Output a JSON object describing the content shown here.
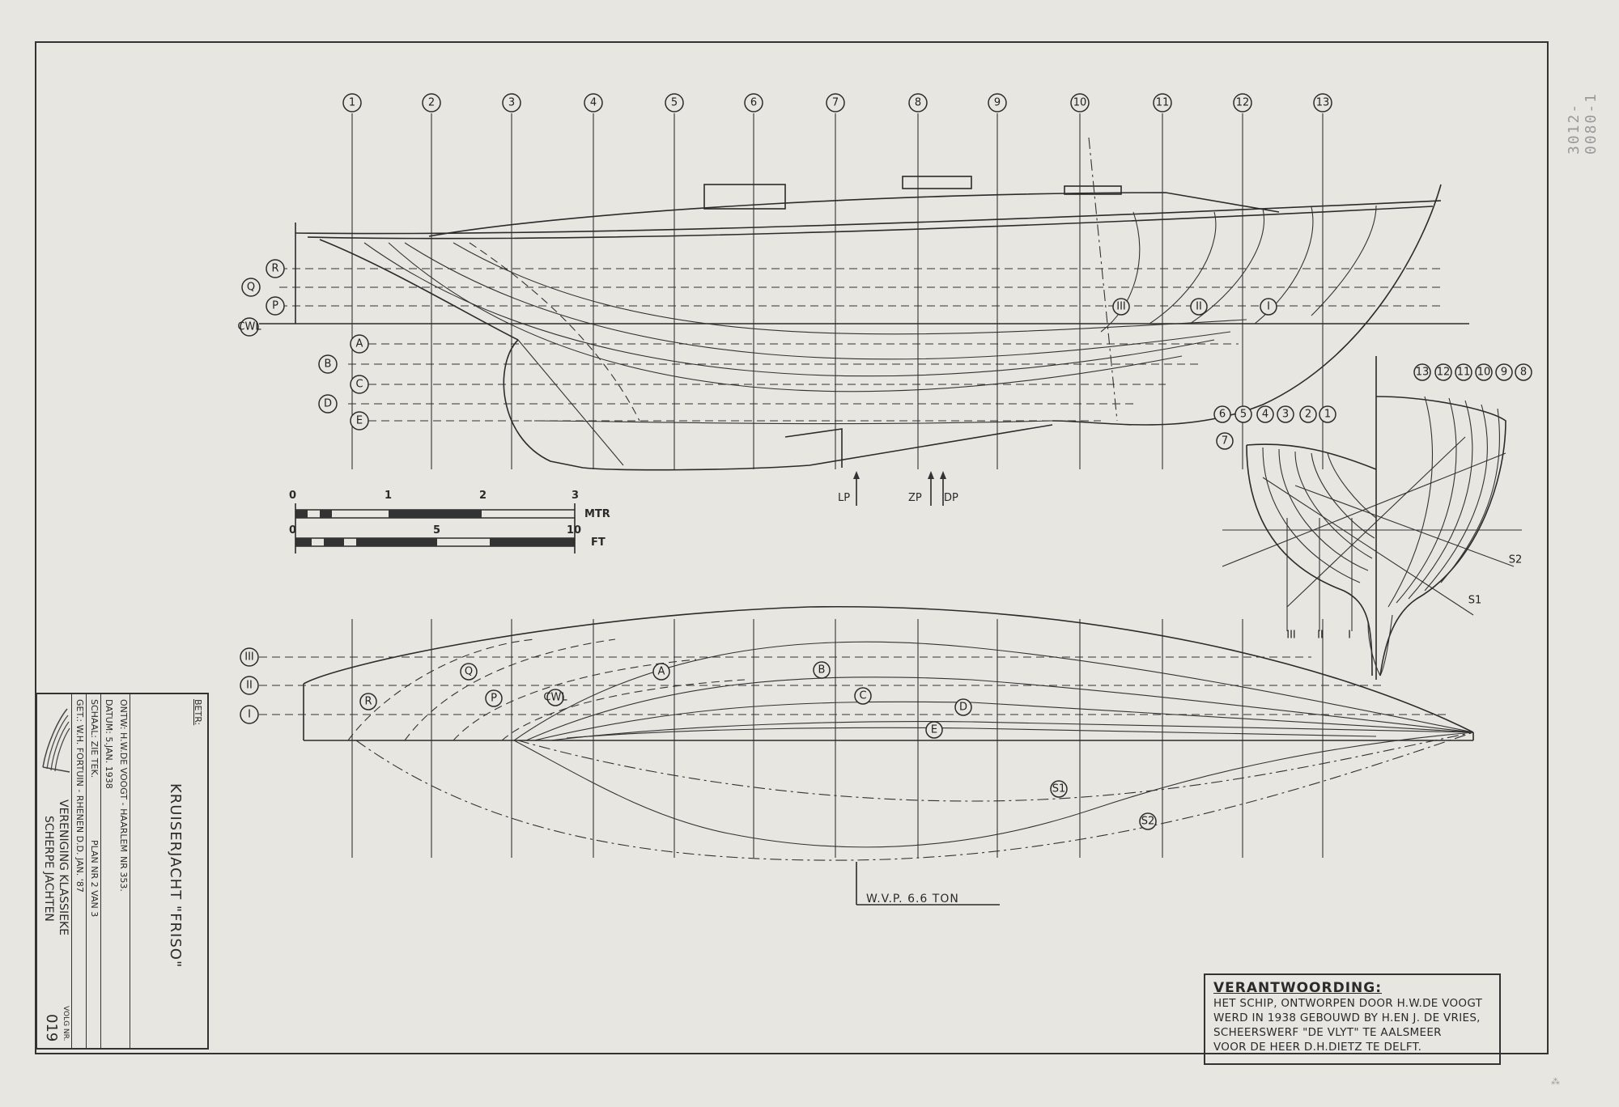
{
  "drawing": {
    "title_prefix": "BETR:",
    "title": "KRUISERJACHT \"FRISO\"",
    "designer": "ONTW: H.W.DE VOOGT - HAARLEM",
    "number": "NR 353.",
    "date": "DATUM: 5.JAN. 1938",
    "scale": "SCHAAL: ZIE TEK.",
    "plan": "PLAN NR 2 VAN 3",
    "drawn_by": "GET.: W.H. FORTUIN - RHENEN D.D. JAN. '87",
    "organization_line1": "VERENIGING KLASSIEKE",
    "organization_line2": "SCHERPE JACHTEN",
    "seq_label": "VOLG NR.",
    "seq_number": "019",
    "edge_label": "3012-0080-1"
  },
  "responsibility": {
    "heading": "VERANTWOORDING:",
    "lines": [
      "HET SCHIP, ONTWORPEN DOOR H.W.DE VOOGT",
      "WERD IN 1938 GEBOUWD BY H.EN J. DE VRIES,",
      "SCHEERSWERF \"DE VLYT\" TE AALSMEER",
      "VOOR DE HEER D.H.DIETZ TE DELFT."
    ]
  },
  "stations": [
    "1",
    "2",
    "3",
    "4",
    "5",
    "6",
    "7",
    "8",
    "9",
    "10",
    "11",
    "12",
    "13"
  ],
  "waterlines_profile": [
    "R",
    "Q",
    "P",
    "CWL"
  ],
  "buttocks_profile": [
    "A",
    "B",
    "C",
    "D",
    "E"
  ],
  "diagonal_marks": [
    "III",
    "II",
    "I"
  ],
  "plan_lines": [
    "III",
    "II",
    "I"
  ],
  "plan_labels": [
    "R",
    "Q",
    "P",
    "CWL",
    "A",
    "B",
    "C",
    "D",
    "E",
    "S1",
    "S2"
  ],
  "body_stations_aft": [
    "6",
    "5",
    "4",
    "3",
    "2",
    "1",
    "7"
  ],
  "body_stations_fwd": [
    "13",
    "12",
    "11",
    "10",
    "9",
    "8"
  ],
  "body_labels": [
    "S1",
    "S2",
    "III",
    "II",
    "I"
  ],
  "scale_bar": {
    "mtr_ticks": [
      "0",
      "1",
      "2",
      "3"
    ],
    "mtr_unit": "MTR",
    "ft_ticks": [
      "0",
      "5",
      "10"
    ],
    "ft_unit": "FT"
  },
  "markers": [
    "LP",
    "ZP",
    "DP"
  ],
  "displacement": "W.V.P.  6.6 TON"
}
